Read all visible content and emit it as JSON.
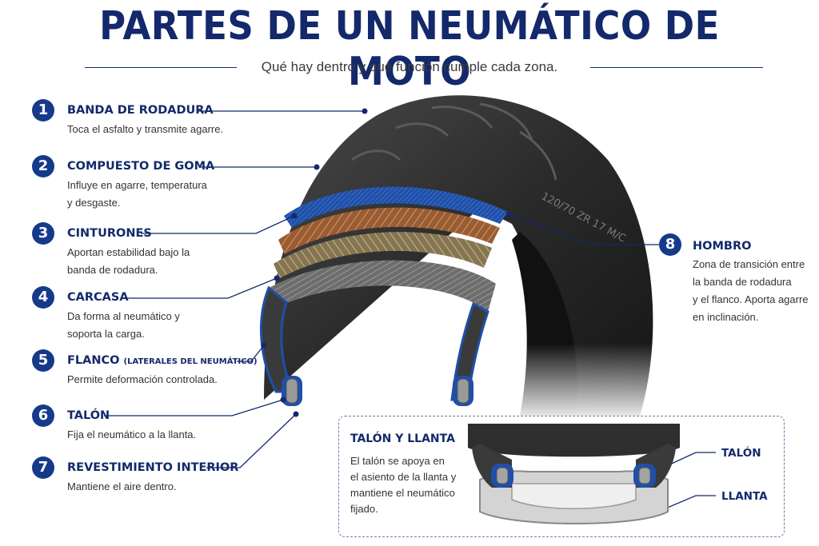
{
  "header": {
    "title": "PARTES DE UN NEUMÁTICO DE MOTO",
    "subtitle": "Qué hay dentro y qué función cumple cada zona."
  },
  "tire": {
    "sidewall_text": "120/70 ZR 17 M/C"
  },
  "parts": [
    {
      "number": "1",
      "label": "BANDA DE RODADURA",
      "note": "",
      "desc": [
        "Toca el asfalto y transmite agarre."
      ]
    },
    {
      "number": "2",
      "label": "COMPUESTO DE GOMA",
      "note": "",
      "desc": [
        "Influye en agarre, temperatura",
        "y desgaste."
      ]
    },
    {
      "number": "3",
      "label": "CINTURONES",
      "note": "",
      "desc": [
        "Aportan estabilidad bajo la",
        "banda de rodadura."
      ]
    },
    {
      "number": "4",
      "label": "CARCASA",
      "note": "",
      "desc": [
        "Da forma al neumático y",
        "soporta la carga."
      ]
    },
    {
      "number": "5",
      "label": "FLANCO",
      "note": "(LATERALES DEL NEUMÁTICO)",
      "desc": [
        "Permite deformación controlada."
      ]
    },
    {
      "number": "6",
      "label": "TALÓN",
      "note": "",
      "desc": [
        "Fija el neumático a la llanta."
      ]
    },
    {
      "number": "7",
      "label": "REVESTIMIENTO INTERIOR",
      "note": "",
      "desc": [
        "Mantiene el aire dentro."
      ]
    },
    {
      "number": "8",
      "label": "HOMBRO",
      "note": "",
      "desc": [
        "Zona de transición entre",
        "la banda de rodadura",
        "y el flanco. Aporta agarre",
        "en inclinación."
      ]
    }
  ],
  "inset": {
    "title": "TALÓN Y LLANTA",
    "desc": [
      "El talón se apoya en",
      "el asiento de la llanta y",
      "mantiene el neumático",
      "fijado."
    ],
    "label_bead": "TALÓN",
    "label_rim": "LLANTA"
  },
  "colors": {
    "navy": "#13296b",
    "badge": "#163a8a",
    "tire": "#2b2b2b",
    "blue_layer": "#1f4fa8",
    "belt": "#a0643a",
    "carcass": "#8c7a55"
  }
}
